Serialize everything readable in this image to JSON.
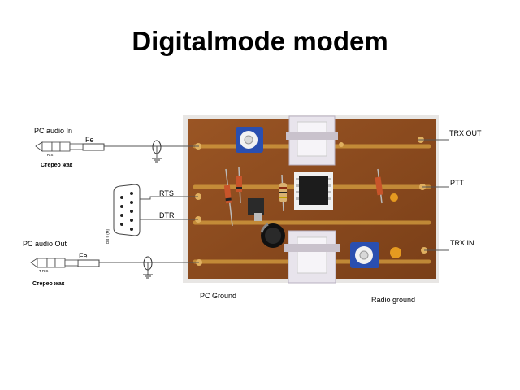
{
  "title": "Digitalmode modem",
  "labels": {
    "pc_audio_in": "PC audio In",
    "pc_audio_out": "PC audio Out",
    "stereo_jack_top": "Стерео жак",
    "stereo_jack_bottom": "Стерео жак",
    "fe_top": "Fe",
    "fe_bottom": "Fe",
    "jack_pins_top": "T   R   S",
    "jack_pins_bottom": "T   R   S",
    "rts": "RTS",
    "dtr": "DTR",
    "trx_out": "TRX OUT",
    "ptt": "PTT",
    "trx_in": "TRX IN",
    "pc_ground": "PC Ground",
    "radio_ground": "Radio ground",
    "db9_label": "DB 9 (M)"
  },
  "colors": {
    "board": "#8a4a1f",
    "trace": "#d6a040",
    "wire": "#555555",
    "pot": "#2a4fb0",
    "ferrite": "#e8e4ec"
  }
}
